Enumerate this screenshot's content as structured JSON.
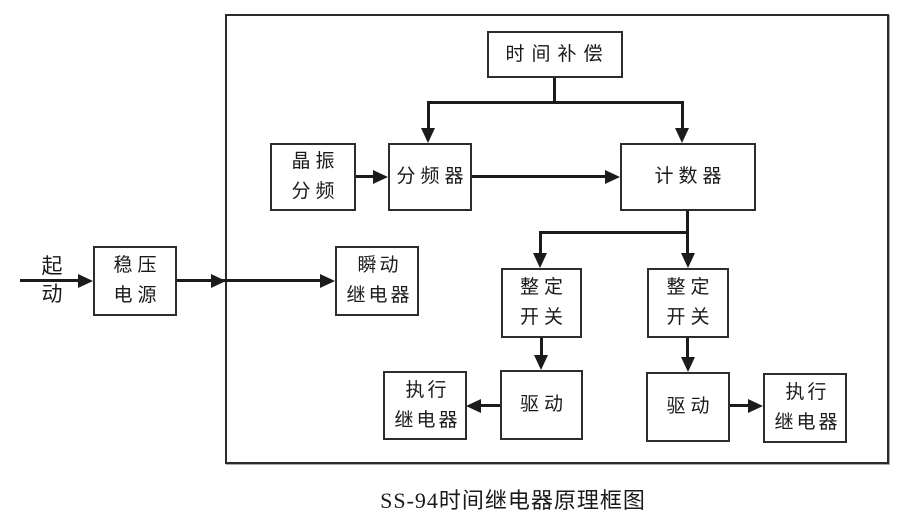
{
  "diagram": {
    "caption": "SS-94时间继电器原理框图",
    "start_label": {
      "lines": [
        "起",
        "动"
      ]
    },
    "nodes": {
      "time_compensation": {
        "lines": [
          "时间补偿"
        ]
      },
      "crystal_divider": {
        "lines": [
          "晶振",
          "分频"
        ]
      },
      "frequency_divider": {
        "lines": [
          "分频器"
        ]
      },
      "counter": {
        "lines": [
          "计数器"
        ]
      },
      "regulated_power": {
        "lines": [
          "稳压",
          "电源"
        ]
      },
      "instant_relay": {
        "lines": [
          "瞬动",
          "继电器"
        ]
      },
      "setting_switch_left": {
        "lines": [
          "整定",
          "开关"
        ]
      },
      "setting_switch_right": {
        "lines": [
          "整定",
          "开关"
        ]
      },
      "drive_left": {
        "lines": [
          "驱动"
        ]
      },
      "drive_right": {
        "lines": [
          "驱动"
        ]
      },
      "exec_relay_left": {
        "lines": [
          "执行",
          "继电器"
        ]
      },
      "exec_relay_right": {
        "lines": [
          "执行",
          "继电器"
        ]
      }
    },
    "edges": [
      "起动 → 稳压电源",
      "稳压电源 → 瞬动继电器",
      "晶振分频 → 分频器",
      "时间补偿 → 分频器",
      "时间补偿 → 计数器",
      "分频器 → 计数器",
      "计数器 → 整定开关(左)",
      "计数器 → 整定开关(右)",
      "整定开关(左) → 驱动(左)",
      "整定开关(右) → 驱动(右)",
      "驱动(左) → 执行继电器(左)",
      "驱动(右) → 执行继电器(右)"
    ],
    "colors": {
      "line": "#1b1b1b",
      "border": "#2d2d2d",
      "background": "#ffffff",
      "text": "#1a1a1a"
    }
  }
}
